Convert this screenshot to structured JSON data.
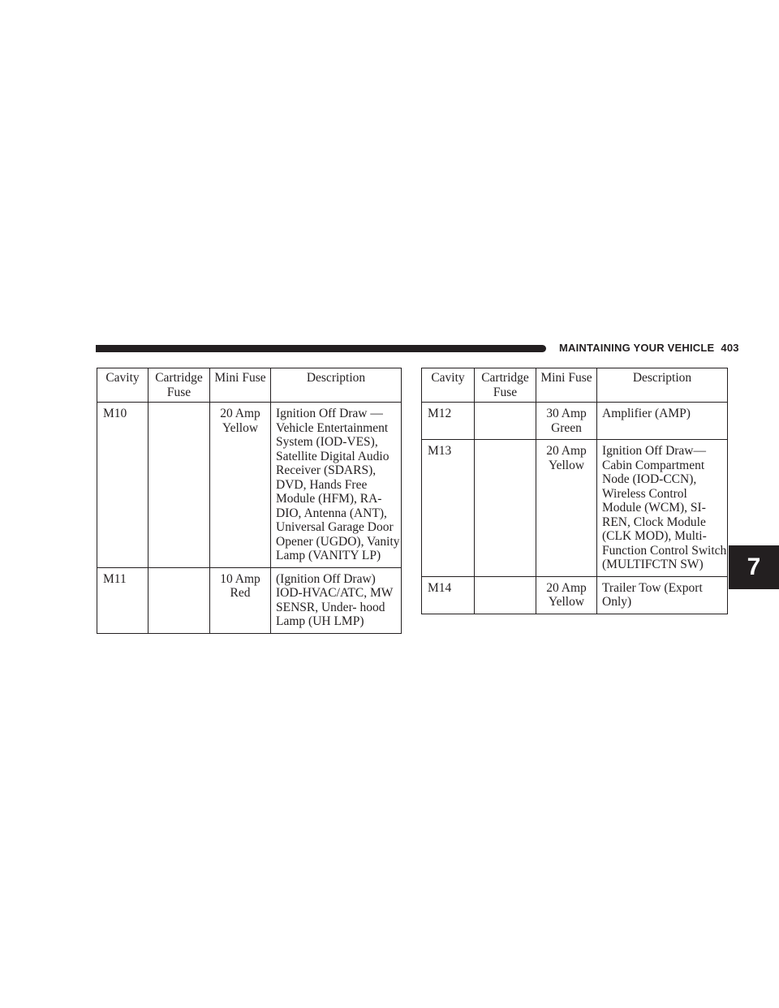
{
  "header": {
    "title": "MAINTAINING YOUR VEHICLE",
    "page_number": "403"
  },
  "chapter_tab": "7",
  "tables": [
    {
      "headers": {
        "cavity": "Cavity",
        "cartridge_fuse": "Cartridge Fuse",
        "mini_fuse": "Mini Fuse",
        "description": "Description"
      },
      "rows": [
        {
          "cavity": "M10",
          "cartridge_fuse": "",
          "mini_fuse": "20 Amp Yellow",
          "description": "Ignition Off Draw — Vehicle Entertainment System (IOD-VES), Satellite Digital Audio Receiver (SDARS), DVD, Hands Free Module (HFM), RA- DIO, Antenna (ANT), Universal Garage Door Opener (UGDO), Vanity Lamp (VANITY LP)"
        },
        {
          "cavity": "M11",
          "cartridge_fuse": "",
          "mini_fuse": "10 Amp Red",
          "description": "(Ignition Off Draw) IOD-HVAC/ATC, MW SENSR, Under- hood Lamp (UH LMP)"
        }
      ]
    },
    {
      "headers": {
        "cavity": "Cavity",
        "cartridge_fuse": "Cartridge Fuse",
        "mini_fuse": "Mini Fuse",
        "description": "Description"
      },
      "rows": [
        {
          "cavity": "M12",
          "cartridge_fuse": "",
          "mini_fuse": "30 Amp Green",
          "description": "Amplifier (AMP)"
        },
        {
          "cavity": "M13",
          "cartridge_fuse": "",
          "mini_fuse": "20 Amp Yellow",
          "description": "Ignition Off Draw— Cabin Compartment Node (IOD-CCN), Wireless Control Module (WCM), SI- REN, Clock Module (CLK MOD), Multi- Function Control Switch (MULTIFCTN SW)"
        },
        {
          "cavity": "M14",
          "cartridge_fuse": "",
          "mini_fuse": "20 Amp Yellow",
          "description": "Trailer Tow (Export Only)"
        }
      ]
    }
  ]
}
